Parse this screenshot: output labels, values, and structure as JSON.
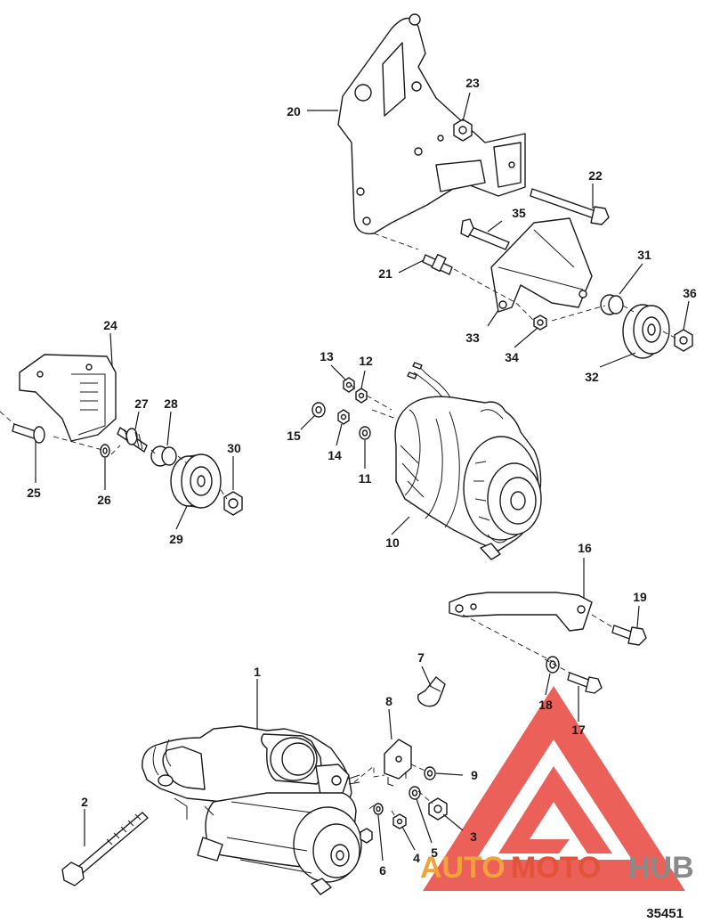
{
  "drawing_number": "35451",
  "watermark": {
    "word1": "AUTO",
    "word2": "MOTO",
    "word3": "HUB",
    "color_auto": "#f2a23a",
    "color_moto": "#e2533a",
    "color_hub": "#8a8a8a",
    "logo_color": "#e8453c"
  },
  "callouts": [
    "1",
    "2",
    "3",
    "4",
    "5",
    "6",
    "7",
    "8",
    "9",
    "10",
    "11",
    "12",
    "13",
    "14",
    "15",
    "16",
    "17",
    "18",
    "19",
    "20",
    "21",
    "22",
    "23",
    "24",
    "25",
    "26",
    "27",
    "28",
    "29",
    "30",
    "31",
    "32",
    "33",
    "34",
    "35",
    "36"
  ],
  "colors": {
    "line": "#1a1a1a",
    "background": "#ffffff"
  }
}
